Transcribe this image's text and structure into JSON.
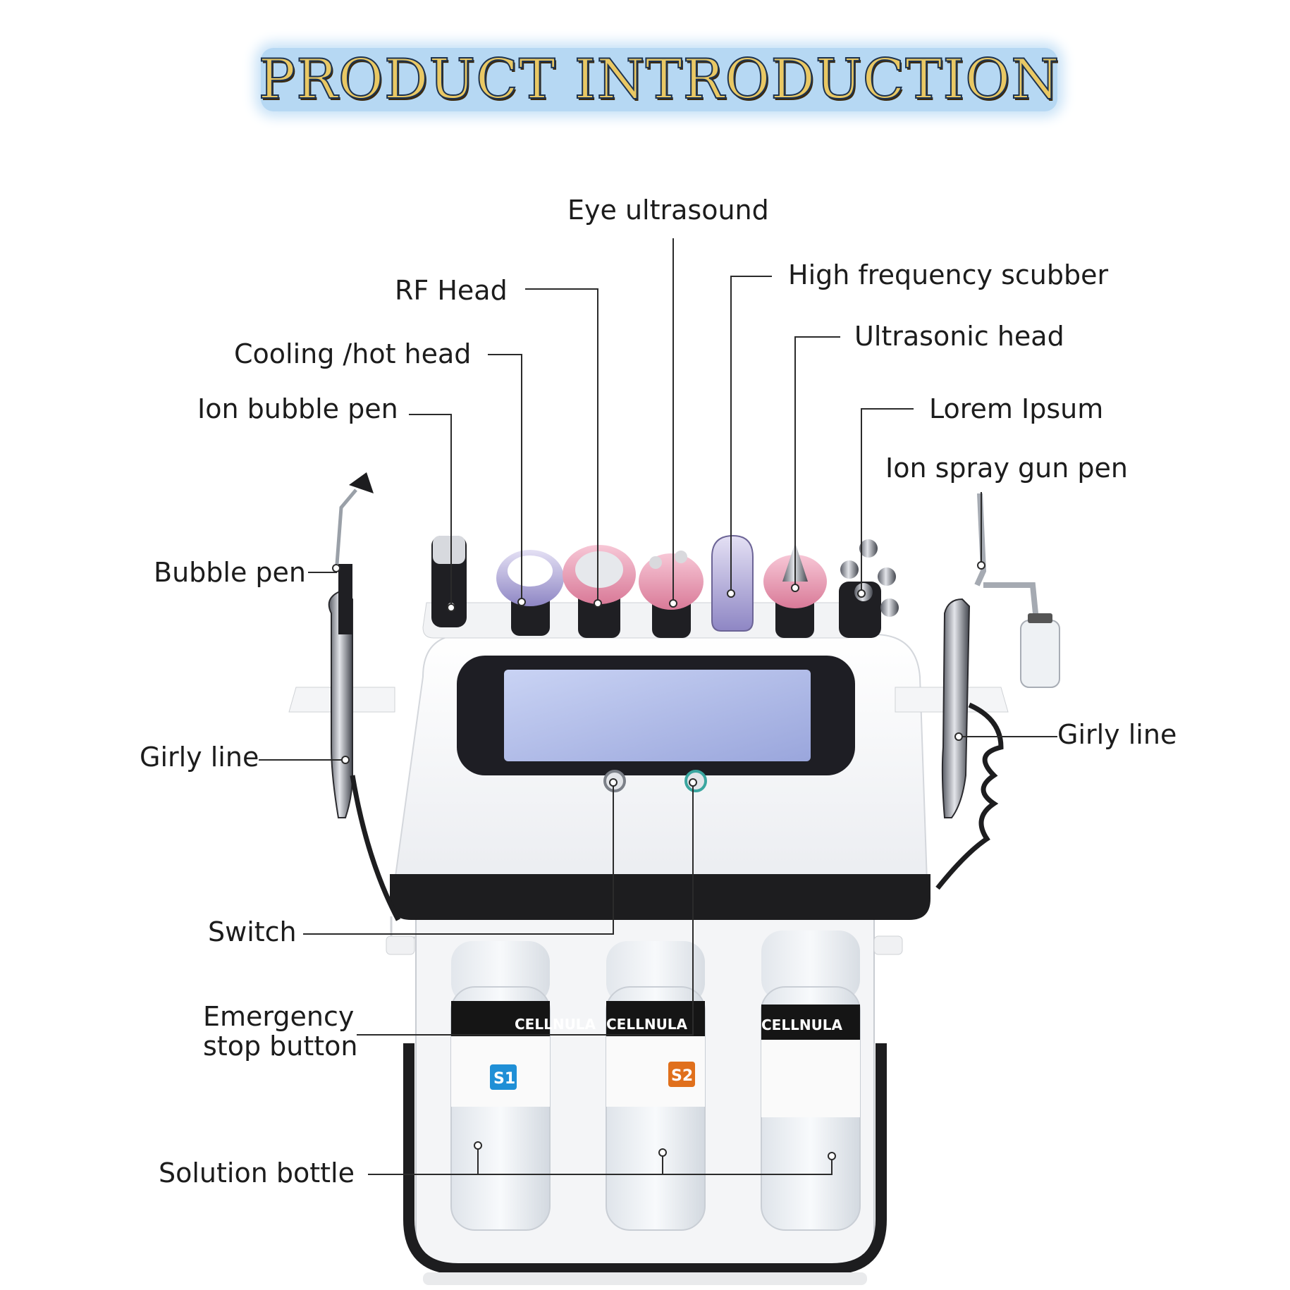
{
  "title": "PRODUCT INTRODUCTION",
  "labels": {
    "eye_ultrasound": "Eye ultrasound",
    "rf_head": "RF Head",
    "high_frequency_scrubber": "High frequency scubber",
    "ultrasonic_head": "Ultrasonic head",
    "cooling_hot_head": "Cooling /hot head",
    "ion_bubble_pen": "Ion bubble pen",
    "lorem_ipsum": "Lorem Ipsum",
    "ion_spray_gun_pen": "Ion spray gun pen",
    "bubble_pen": "Bubble pen",
    "girly_line_left": "Girly line",
    "girly_line_right": "Girly line",
    "switch": "Switch",
    "emergency_line1": "Emergency",
    "emergency_line2": "stop button",
    "solution_bottle": "Solution bottle"
  },
  "bottle_labels": {
    "brand": "CELLNULA",
    "s1": "S1",
    "s2": "S2"
  },
  "colors": {
    "banner": "#b6d8f3",
    "title_fill": "#e9c864",
    "s1_badge": "#1f8fd6",
    "s2_badge": "#e0701c"
  }
}
